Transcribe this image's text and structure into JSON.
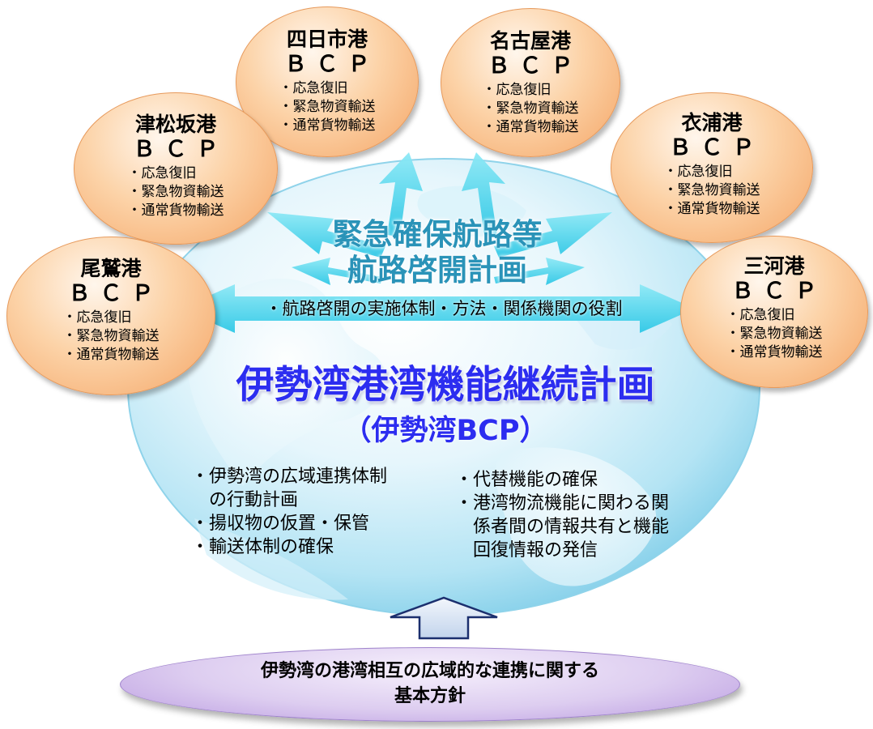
{
  "plan": {
    "title_line1": "緊急確保航路等",
    "title_line2": "航路啓開計画",
    "subtitle": "・航路啓開の実施体制・方法・関係機関の役割"
  },
  "main": {
    "title": "伊勢湾港湾機能継続計画",
    "subtitle": "（伊勢湾BCP）",
    "left_items": [
      "・伊勢湾の広域連携体制",
      "　の行動計画",
      "・揚収物の仮置・保管",
      "・輸送体制の確保"
    ],
    "right_items": [
      "・代替機能の確保",
      "・港湾物流機能に関わる関",
      "　係者間の情報共有と機能",
      "　回復情報の発信"
    ]
  },
  "ports": [
    {
      "name": "四日市港",
      "bcp": "ＢＣＰ",
      "items": [
        "・応急復旧",
        "・緊急物資輸送",
        "・通常貨物輸送"
      ]
    },
    {
      "name": "名古屋港",
      "bcp": "ＢＣＰ",
      "items": [
        "・応急復旧",
        "・緊急物資輸送",
        "・通常貨物輸送"
      ]
    },
    {
      "name": "津松坂港",
      "bcp": "ＢＣＰ",
      "items": [
        "・応急復旧",
        "・緊急物資輸送",
        "・通常貨物輸送"
      ]
    },
    {
      "name": "衣浦港",
      "bcp": "ＢＣＰ",
      "items": [
        "・応急復旧",
        "・緊急物資輸送",
        "・通常貨物輸送"
      ]
    },
    {
      "name": "尾鷲港",
      "bcp": "ＢＣＰ",
      "items": [
        "・応急復旧",
        "・緊急物資輸送",
        "・通常貨物輸送"
      ]
    },
    {
      "name": "三河港",
      "bcp": "ＢＣＰ",
      "items": [
        "・応急復旧",
        "・緊急物資輸送",
        "・通常貨物輸送"
      ]
    }
  ],
  "basic_policy": {
    "line1": "伊勢湾の港湾相互の広域的な連携に関する",
    "line2": "基本方針"
  },
  "colors": {
    "port_fill": "#f8b97c",
    "globe": "#8fd6ee",
    "arrows": "#4fd6ec",
    "main_title": "#2c2df0",
    "plan_title": "#2a93b8",
    "policy_fill": "#cbb6ea",
    "up_arrow": "#d7e4f4"
  }
}
